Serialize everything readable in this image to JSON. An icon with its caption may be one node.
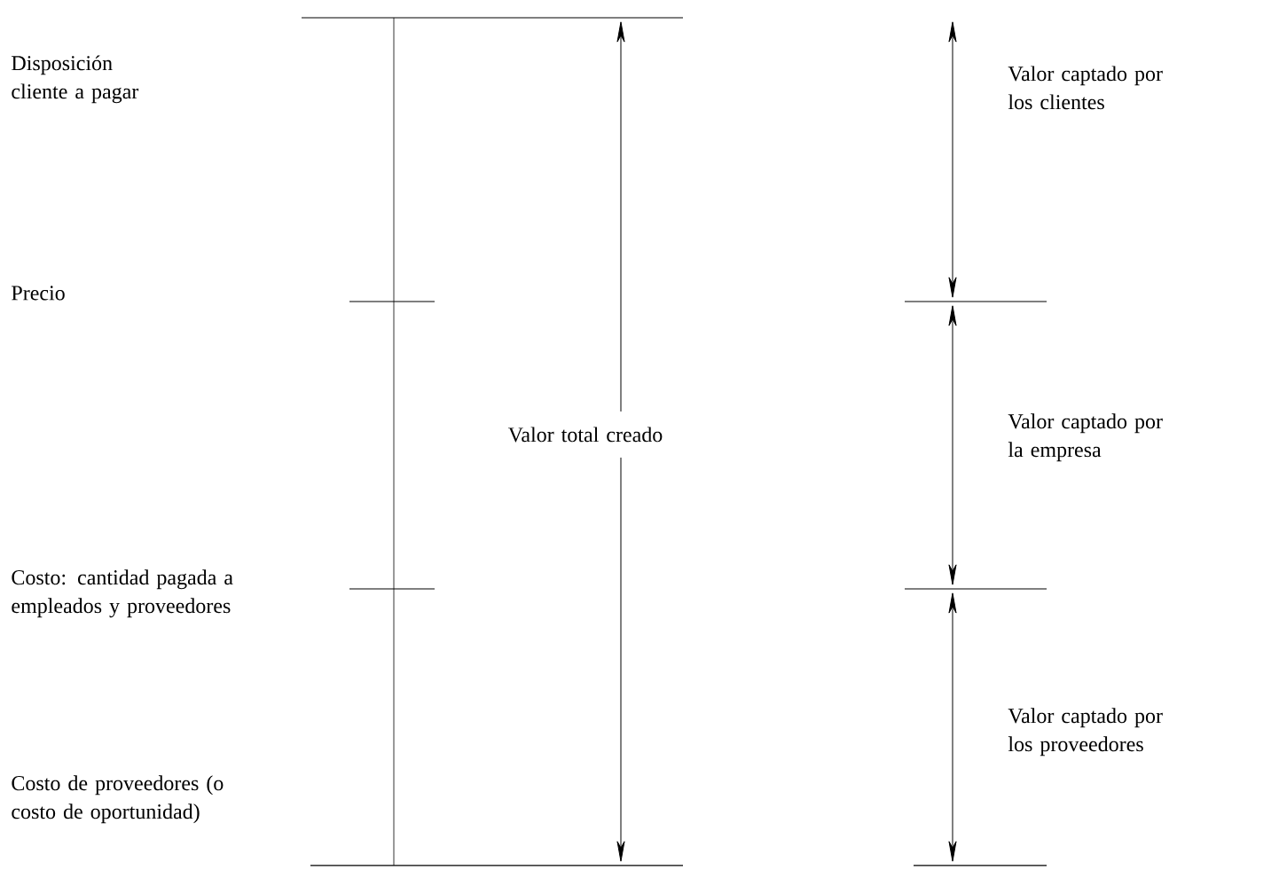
{
  "diagram": {
    "labels": [
      "Disposición cliente a pagar",
      "Valor captado por los clientes",
      "Precio",
      "Valor total creado",
      "Valor captado por la empresa",
      "Costo: cantidad pagada a empleados y proveedores",
      "Valor captado por los proveedores",
      "Costo de proveedores (o costo de oportunidad)"
    ]
  }
}
